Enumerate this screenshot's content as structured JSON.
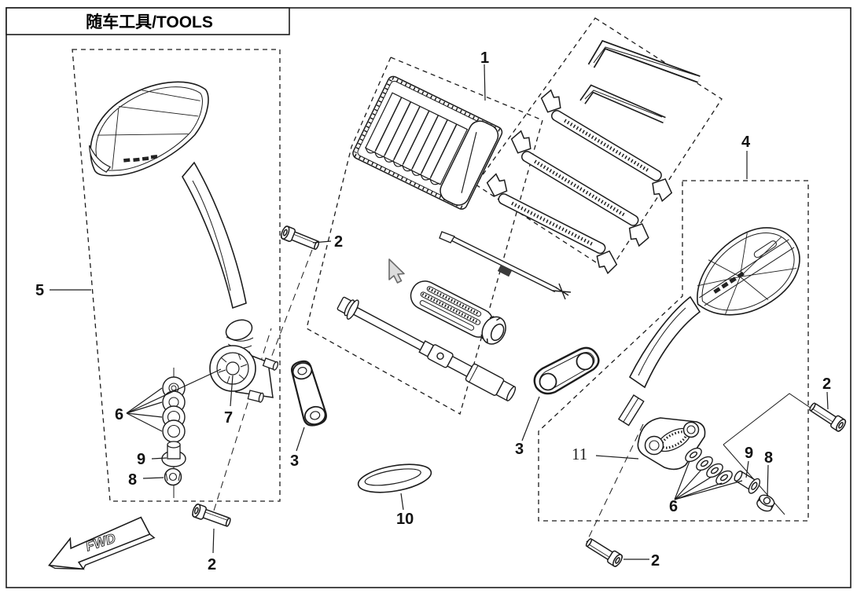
{
  "title": {
    "text": "随车工具/TOOLS"
  },
  "direction_marker": {
    "text": "FWD"
  },
  "colors": {
    "line": "#1c1c1c",
    "background": "#ffffff",
    "cursor_fill": "#dcdcdc"
  },
  "callouts": [
    "1",
    "2",
    "2",
    "2",
    "2",
    "3",
    "3",
    "4",
    "5",
    "6",
    "6",
    "7",
    "8",
    "8",
    "9",
    "9",
    "10",
    "11"
  ]
}
